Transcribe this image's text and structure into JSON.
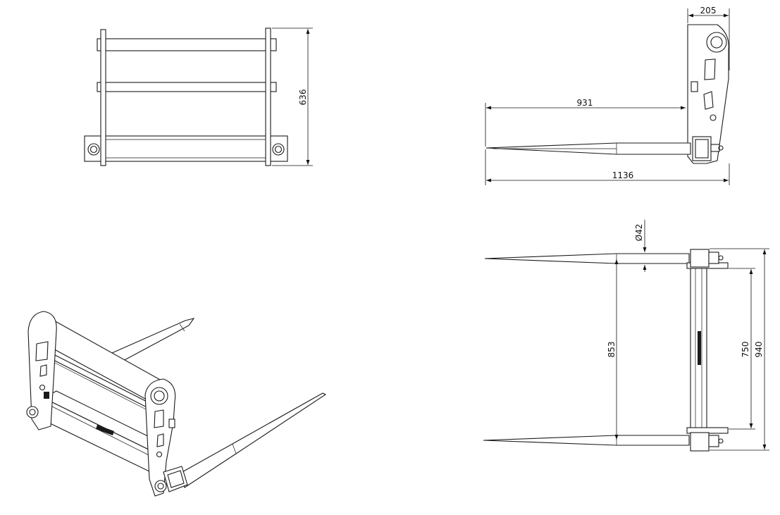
{
  "dimensions": {
    "height_front": "636",
    "width_side": "205",
    "tine_length": "931",
    "overall_length": "1136",
    "tine_diameter": "Ø42",
    "tine_spacing": "853",
    "frame_inner": "750",
    "frame_outer": "940"
  }
}
